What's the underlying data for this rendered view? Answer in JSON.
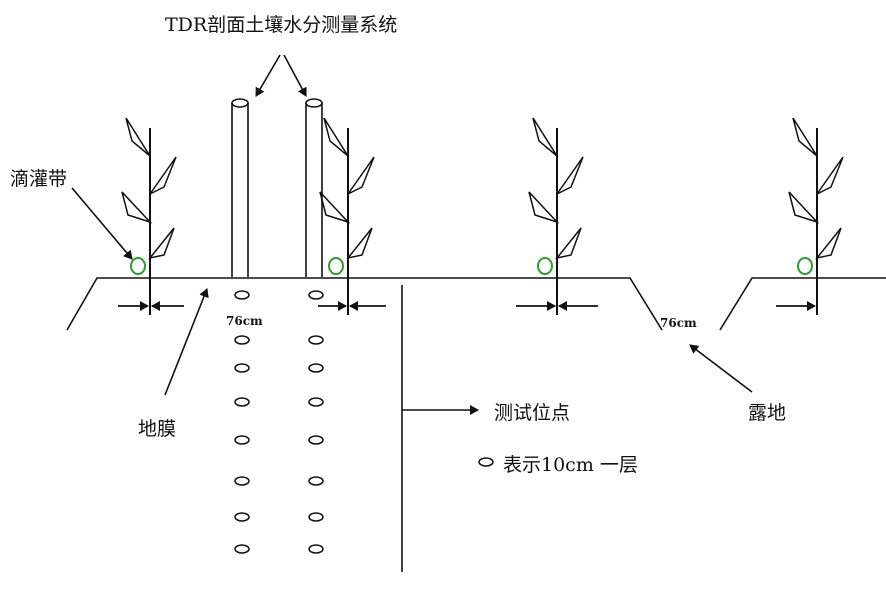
{
  "title": "TDR剖面土壤水分测量系统",
  "labels": {
    "drip_tape": "滴灌带",
    "mulch": "地膜",
    "row_spacing_left": "76cm",
    "row_spacing_right": "76cm",
    "test_points": "测试位点",
    "legend_layer": "表示10cm 一层",
    "bare_ground": "露地"
  },
  "colors": {
    "line": "#111111",
    "drip": "#2aa12a",
    "background": "#ffffff"
  },
  "icons": [
    "plant-icon",
    "drip-emitter-icon",
    "tdr-tube-icon",
    "measurement-point-icon",
    "arrow-icon"
  ],
  "tdr_tubes": 2,
  "measurement_depths_per_tube": 8,
  "plants": 4
}
